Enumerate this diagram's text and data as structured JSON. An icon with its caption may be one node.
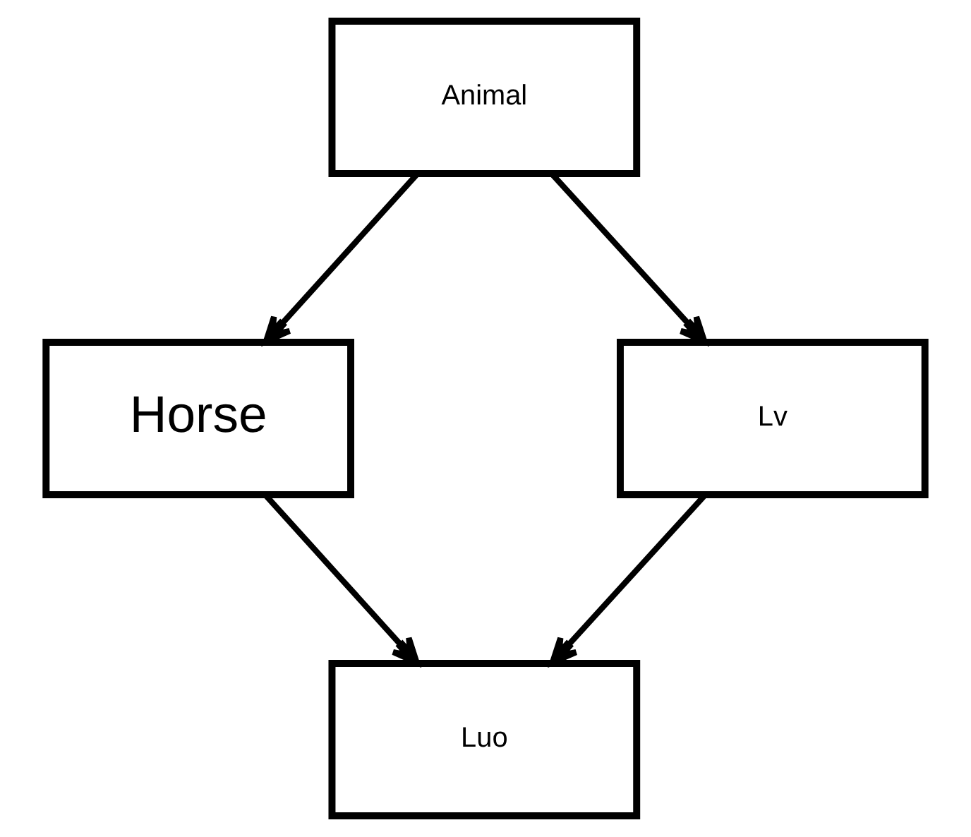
{
  "diagram": {
    "nodes": [
      {
        "text": [
          "Animal"
        ]
      },
      {
        "text": [
          "Horse"
        ]
      },
      {
        "text": [
          "Lv"
        ]
      },
      {
        "text": [
          "Luo"
        ]
      }
    ],
    "edges": [
      {
        "from": 0,
        "to": 1,
        "arrow": "to"
      },
      {
        "from": 0,
        "to": 2,
        "arrow": "to"
      },
      {
        "from": 1,
        "to": 3,
        "arrow": "to"
      },
      {
        "from": 2,
        "to": 3,
        "arrow": "to"
      }
    ]
  }
}
